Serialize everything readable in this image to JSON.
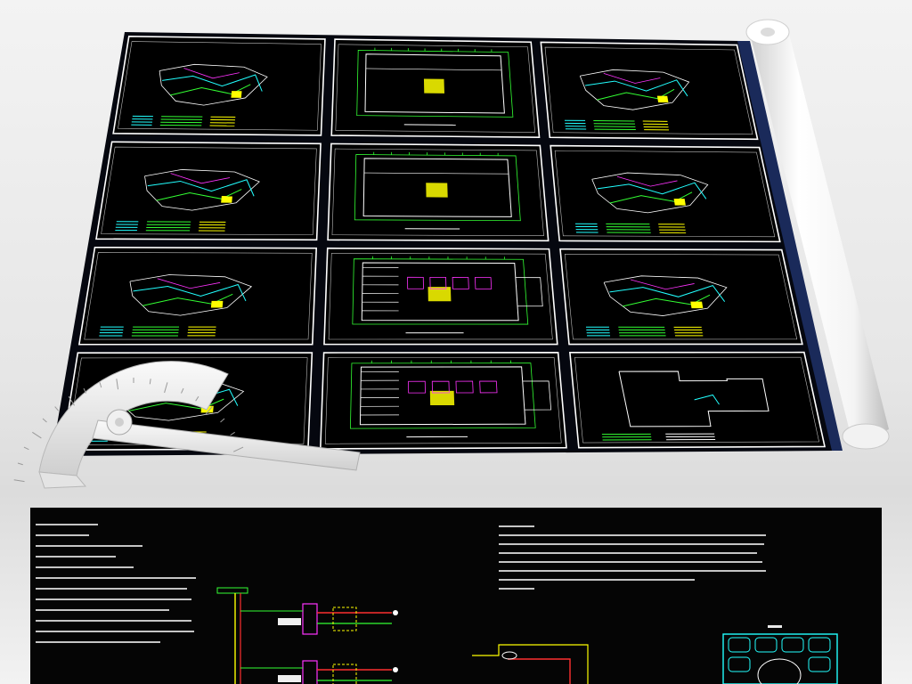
{
  "scene": {
    "description_free": true,
    "colors": {
      "background": "#e9e9e9",
      "sheet": "#000000",
      "sheet_border": "#ffffff",
      "cad_cyan": "#22ffff",
      "cad_green": "#33ff33",
      "cad_yellow": "#ffff00",
      "cad_magenta": "#ff33ff",
      "cad_white": "#ffffff",
      "cad_red": "#ff3030"
    },
    "icons": [
      "protractor-icon",
      "paper-roll-icon"
    ]
  },
  "drawing_sheet": {
    "rows": 4,
    "columns": 3,
    "panel_kinds": [
      [
        "site-pipe-plan",
        "floor-plan-outline",
        "site-pipe-plan"
      ],
      [
        "site-pipe-plan",
        "floor-plan-outline",
        "site-pipe-plan"
      ],
      [
        "site-pipe-plan",
        "floor-plan-rooms",
        "site-pipe-plan"
      ],
      [
        "site-pipe-plan",
        "floor-plan-rooms",
        "building-outline"
      ]
    ]
  },
  "detail_strip": {
    "kind": "design-notes-and-system-diagram"
  }
}
